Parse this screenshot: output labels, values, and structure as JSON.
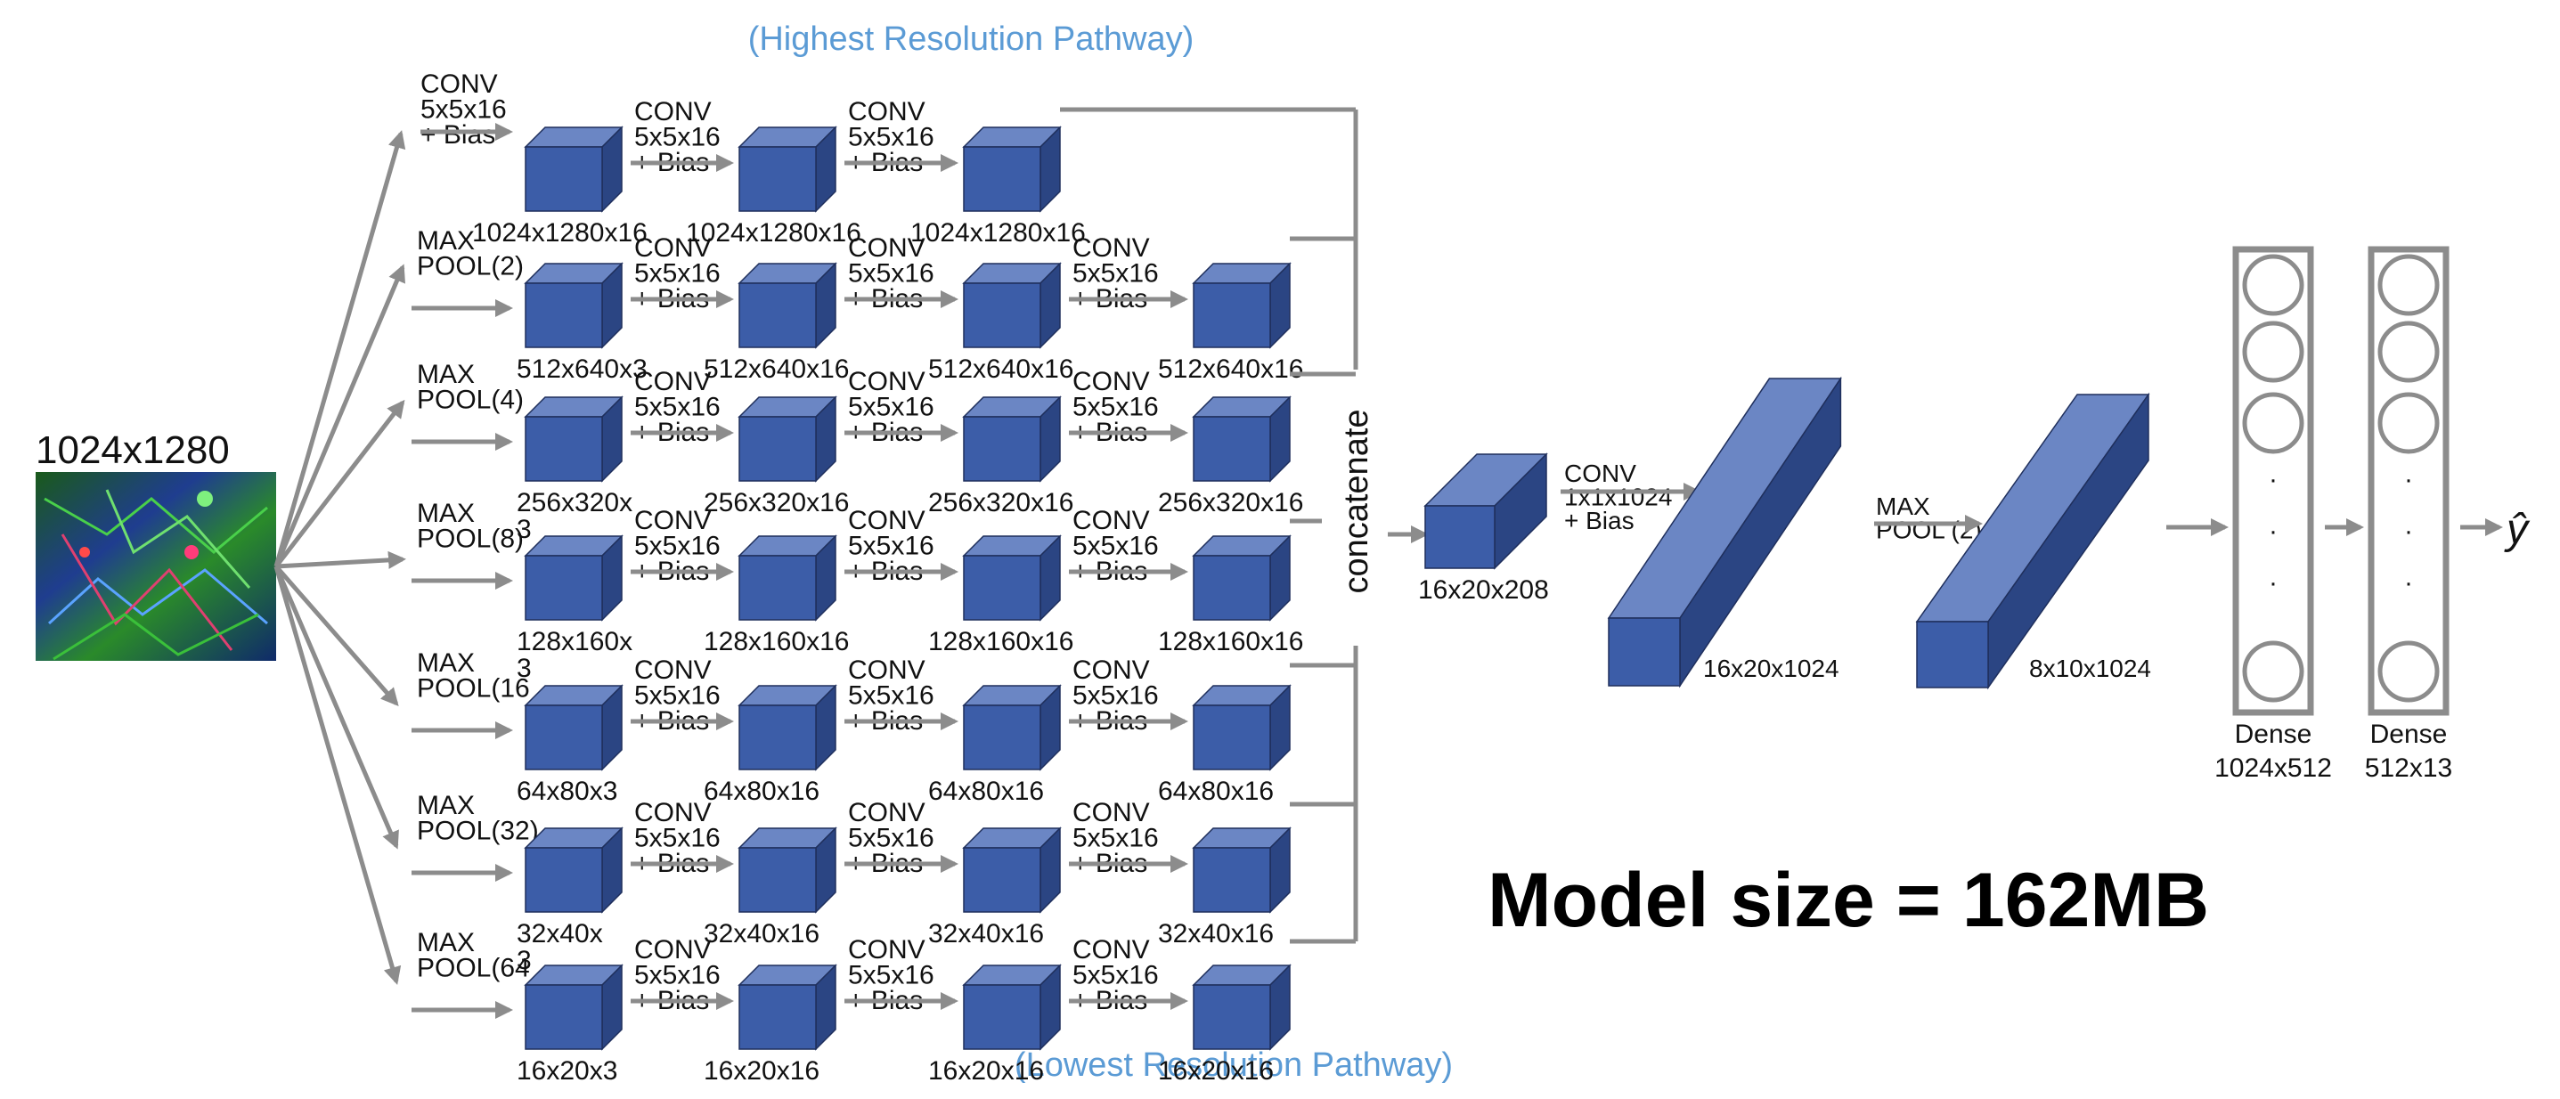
{
  "input": {
    "label": "1024x1280"
  },
  "pathway_top_label": "(Highest Resolution Pathway)",
  "pathway_bottom_label": "(Lowest Resolution Pathway)",
  "op_conv": [
    "CONV",
    "5x5x16",
    "+ Bias"
  ],
  "pathways": [
    {
      "input_op": [
        "CONV",
        "5x5x16",
        "+ Bias"
      ],
      "sizes": [
        "1024x1280x16",
        "1024x1280x16",
        "1024x1280x16"
      ]
    },
    {
      "input_op": [
        "MAX",
        "POOL(2)"
      ],
      "sizes": [
        "512x640x3",
        "512x640x16",
        "512x640x16",
        "512x640x16"
      ]
    },
    {
      "input_op": [
        "MAX",
        "POOL(4)"
      ],
      "sizes": [
        "256x320x\n3",
        "256x320x16",
        "256x320x16",
        "256x320x16"
      ]
    },
    {
      "input_op": [
        "MAX",
        "POOL(8)"
      ],
      "sizes": [
        "128x160x\n3",
        "128x160x16",
        "128x160x16",
        "128x160x16"
      ]
    },
    {
      "input_op": [
        "MAX",
        "POOL(16"
      ],
      "sizes": [
        "64x80x3",
        "64x80x16",
        "64x80x16",
        "64x80x16"
      ]
    },
    {
      "input_op": [
        "MAX",
        "POOL(32)"
      ],
      "sizes": [
        "32x40x\n3",
        "32x40x16",
        "32x40x16",
        "32x40x16"
      ]
    },
    {
      "input_op": [
        "MAX",
        "POOL(64"
      ],
      "sizes": [
        "16x20x3",
        "16x20x16",
        "16x20x16",
        "16x20x16"
      ]
    }
  ],
  "concatenate_label": "concatenate",
  "concat_block": {
    "size": "16x20x208"
  },
  "conv_1x1": [
    "CONV",
    "1x1x1024",
    "+ Bias"
  ],
  "block_16x20x1024": {
    "size": "16x20x1024"
  },
  "maxpool_2": [
    "MAX",
    "POOL (2)"
  ],
  "block_8x10x1024": {
    "size": "8x10x1024"
  },
  "dense_layers": [
    {
      "name": "Dense",
      "dims": "1024x512"
    },
    {
      "name": "Dense",
      "dims": "512x13"
    }
  ],
  "dots": "·",
  "output_symbol": "ŷ",
  "model_size": "Model size = 162MB",
  "colors": {
    "block_front": "#3c5da8",
    "block_top": "#6b86c4",
    "block_side": "#2b4583",
    "block_edge": "#1f2f5c",
    "arrow": "#8c8c8c",
    "line": "#8c8c8c",
    "pathway_label": "#5b9bd5",
    "text": "#111111"
  }
}
